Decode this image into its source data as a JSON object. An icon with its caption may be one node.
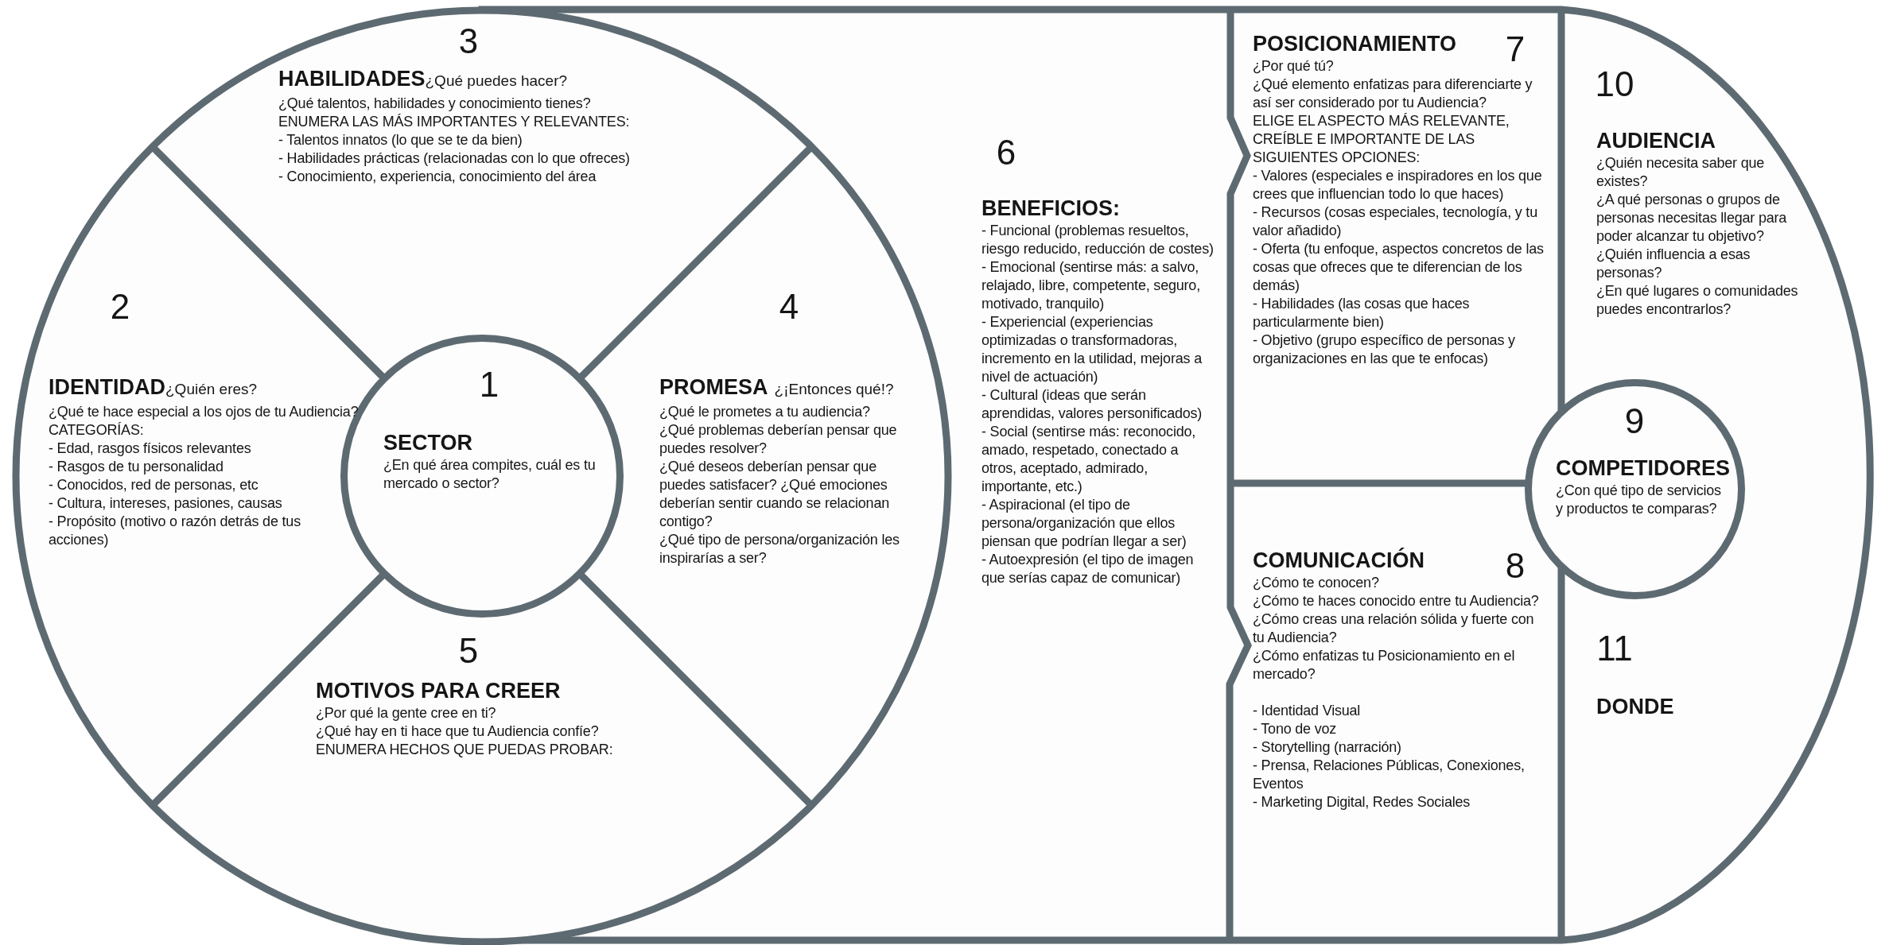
{
  "diagram": {
    "nodes": [
      {
        "text": [
          "1",
          "SECTOR",
          "¿En qué área compites, cuál es tu mercado o sector?"
        ]
      },
      {
        "text": [
          "2",
          "IDENTIDAD",
          "¿Quién eres?",
          "¿Qué te hace especial a los ojos de tu Audiencia?",
          "CATEGORÍAS:",
          "- Edad, rasgos físicos relevantes",
          "- Rasgos de tu personalidad",
          "- Conocidos, red de personas, etc",
          "- Cultura, intereses, pasiones, causas",
          "- Propósito (motivo o razón detrás de tus acciones)"
        ]
      },
      {
        "text": [
          "3",
          "HABILIDADES",
          "¿Qué puedes hacer?",
          "¿Qué talentos, habilidades y conocimiento tienes?",
          "ENUMERA LAS MÁS IMPORTANTES Y RELEVANTES:",
          "- Talentos innatos (lo que se te da bien)",
          "- Habilidades prácticas (relacionadas con lo que ofreces)",
          "- Conocimiento, experiencia, conocimiento del área"
        ]
      },
      {
        "text": [
          "4",
          "PROMESA",
          "¿¡Entonces qué!?",
          "¿Qué le prometes a tu audiencia?",
          "¿Qué problemas deberían pensar que puedes resolver?",
          "¿Qué deseos deberían pensar que puedes satisfacer? ¿Qué emociones deberían sentir cuando se relacionan contigo?",
          "¿Qué tipo de persona/organización les inspirarías a ser?"
        ]
      },
      {
        "text": [
          "5",
          "MOTIVOS PARA CREER",
          "¿Por qué la gente cree en ti?",
          "¿Qué hay en ti hace que tu Audiencia confíe?",
          "ENUMERA HECHOS QUE PUEDAS PROBAR:"
        ]
      },
      {
        "text": [
          "6",
          "BENEFICIOS:",
          "- Funcional (problemas resueltos, riesgo reducido, reducción de costes)",
          "- Emocional (sentirse más: a salvo, relajado, libre, competente, seguro, motivado, tranquilo)",
          "- Experiencial (experiencias optimizadas o transformadoras, incremento en la utilidad, mejoras a nivel de actuación)",
          "- Cultural (ideas que serán aprendidas, valores personificados)",
          "- Social (sentirse más: reconocido, amado, respetado, conectado a otros, aceptado, admirado, importante, etc.)",
          "- Aspiracional (el tipo de persona/organización que ellos piensan que podrían llegar a ser)",
          "- Autoexpresión (el tipo de imagen que serías capaz de comunicar)"
        ]
      },
      {
        "text": [
          "POSICIONAMIENTO",
          "7",
          "¿Por qué tú?",
          "¿Qué elemento enfatizas para diferenciarte y así ser considerado por tu Audiencia?",
          "ELIGE EL ASPECTO MÁS RELEVANTE, CREÍBLE E IMPORTANTE DE LAS SIGUIENTES OPCIONES:",
          "- Valores (especiales e inspiradores en los que crees que influencian todo lo que haces)",
          "- Recursos (cosas especiales, tecnología, y tu valor añadido)",
          "- Oferta (tu enfoque, aspectos concretos de las cosas que ofreces que te diferencian de los demás)",
          "- Habilidades (las cosas que haces particularmente bien)",
          "- Objetivo (grupo específico de personas y organizaciones en las que te enfocas)"
        ]
      },
      {
        "text": [
          "COMUNICACIÓN",
          "8",
          "¿Cómo te conocen?",
          "¿Cómo te haces conocido entre tu Audiencia? ¿Cómo creas una relación sólida y fuerte con tu Audiencia?",
          "¿Cómo enfatizas tu Posicionamiento en el mercado?",
          "- Identidad Visual",
          "- Tono de voz",
          "- Storytelling (narración)",
          "- Prensa, Relaciones Públicas, Conexiones, Eventos",
          "- Marketing Digital, Redes Sociales"
        ]
      },
      {
        "text": [
          "9",
          "COMPETIDORES",
          "¿Con qué tipo de servicios y productos te comparas?"
        ]
      },
      {
        "text": [
          "10",
          "AUDIENCIA",
          "¿Quién necesita saber que existes?",
          "¿A qué personas o grupos de personas necesitas llegar para poder alcanzar tu objetivo?",
          "¿Quién influencia a esas personas?",
          "¿En qué lugares o comunidades puedes encontrarlos?"
        ]
      },
      {
        "text": [
          "11",
          "DONDE"
        ]
      }
    ]
  }
}
